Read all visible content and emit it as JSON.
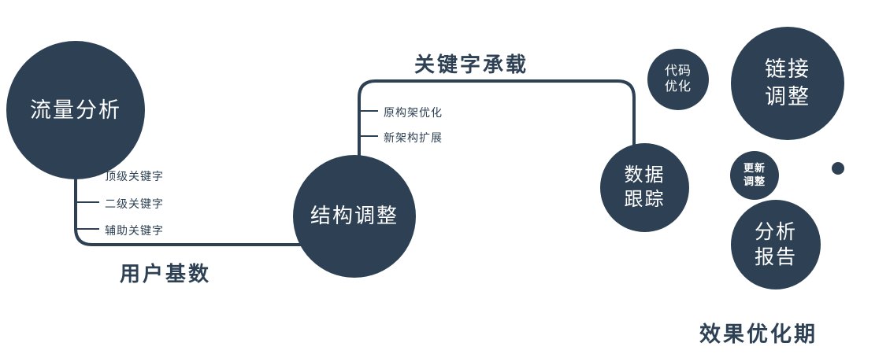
{
  "colors": {
    "primary": "#2e4154",
    "node_text": "#ffffff",
    "background": "#ffffff"
  },
  "nodes": {
    "traffic": {
      "label": "流量分析"
    },
    "structure": {
      "label": "结构调整"
    },
    "tracking": {
      "label": "数据\n跟踪"
    },
    "code": {
      "label": "代码\n优化"
    },
    "link": {
      "label": "链接\n调整"
    },
    "update": {
      "label": "更新\n调整"
    },
    "report": {
      "label": "分析\n报告"
    }
  },
  "edges": {
    "user_base": "用户基数",
    "keyword_carry": "关键字承载"
  },
  "branches": {
    "traffic": [
      "顶级关键字",
      "二级关键字",
      "辅助关键字"
    ],
    "structure": [
      "原构架优化",
      "新架构扩展"
    ]
  },
  "footer": "效果优化期"
}
